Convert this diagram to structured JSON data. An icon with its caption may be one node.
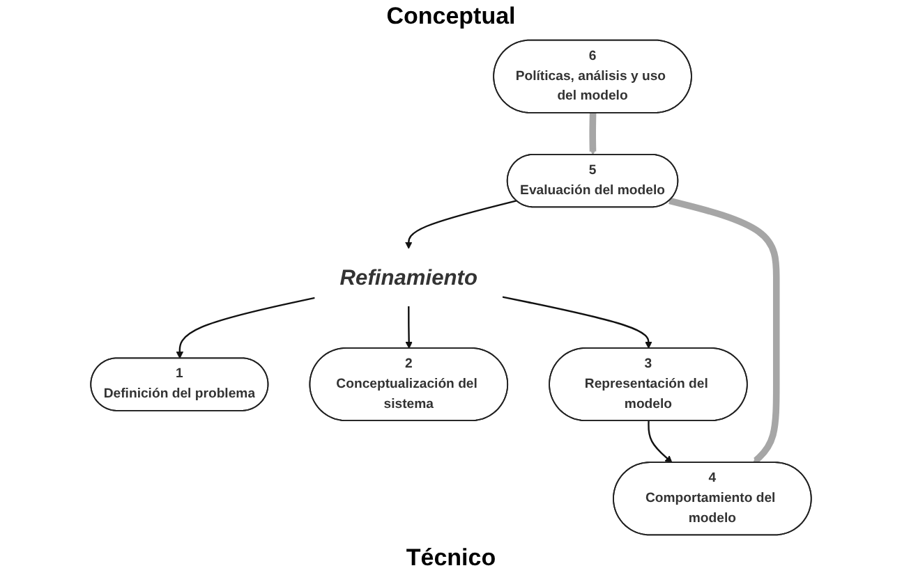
{
  "diagram": {
    "nodes": [
      {
        "text": [
          "1",
          "Definición del problema"
        ]
      },
      {
        "text": [
          "2",
          "Conceptualización del sistema"
        ]
      },
      {
        "text": [
          "3",
          "Representación del modelo"
        ]
      },
      {
        "text": [
          "Refinamiento"
        ]
      },
      {
        "text": [
          "6",
          "Políticas, análisis y uso del modelo"
        ]
      },
      {
        "text": [
          "5",
          "Evaluación del modelo"
        ]
      },
      {
        "text": [
          "4",
          "Comportamiento del modelo"
        ]
      }
    ],
    "edges": [
      {
        "from": 3,
        "to": 0,
        "arrow": "to"
      },
      {
        "from": 3,
        "to": 1,
        "arrow": "to"
      },
      {
        "from": 3,
        "to": 2,
        "arrow": "to"
      },
      {
        "from": 5,
        "to": 3,
        "arrow": "to"
      },
      {
        "from": 2,
        "to": 6,
        "arrow": "to"
      },
      {
        "from": 4,
        "to": 5,
        "arrow": "to",
        "style": "thick",
        "color": "#a6a6a6"
      },
      {
        "from": 5,
        "to": 6,
        "arrow": "to",
        "style": "thick",
        "color": "#a6a6a6"
      }
    ],
    "labels": [
      "Conceptual",
      "Técnico"
    ]
  }
}
